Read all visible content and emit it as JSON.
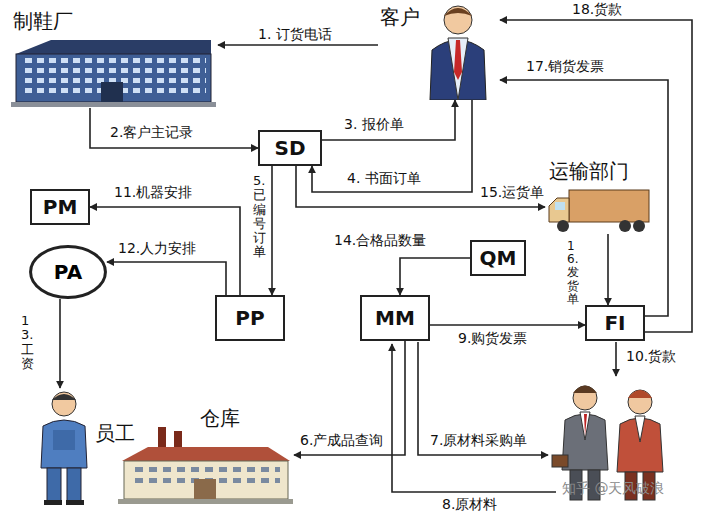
{
  "diagram": {
    "nodes": [
      {
        "text": [
          "制鞋厂"
        ]
      },
      {
        "text": [
          "客户"
        ]
      },
      {
        "text": [
          "SD"
        ]
      },
      {
        "text": [
          "运输部门"
        ]
      },
      {
        "text": [
          "PM"
        ]
      },
      {
        "text": [
          "PA"
        ]
      },
      {
        "text": [
          "PP"
        ]
      },
      {
        "text": [
          "MM"
        ]
      },
      {
        "text": [
          "QM"
        ]
      },
      {
        "text": [
          "FI"
        ]
      },
      {
        "text": [
          "员工"
        ]
      },
      {
        "text": [
          "仓库"
        ]
      }
    ],
    "edges": [
      {
        "from": 1,
        "to": 0,
        "arrow": "to",
        "label": "1. 订货电话"
      },
      {
        "from": 0,
        "to": 2,
        "arrow": "to",
        "label": "2.客户主记录"
      },
      {
        "from": 2,
        "to": 1,
        "arrow": "to",
        "label": "3. 报价单"
      },
      {
        "from": 1,
        "to": 2,
        "arrow": "to",
        "label": "4. 书面订单"
      },
      {
        "from": 2,
        "to": 6,
        "arrow": "to",
        "label": "5.已编号订单"
      },
      {
        "from": 7,
        "to": 11,
        "arrow": "to",
        "label": "6.产成品查询"
      },
      {
        "from": 7,
        "to": 9,
        "arrow": "to",
        "label": "9.购货发票"
      },
      {
        "from": 6,
        "to": 4,
        "arrow": "to",
        "label": "11.机器安排"
      },
      {
        "from": 6,
        "to": 5,
        "arrow": "to",
        "label": "12.人力安排"
      },
      {
        "from": 5,
        "to": 10,
        "arrow": "to",
        "label": "13.工资"
      },
      {
        "from": 8,
        "to": 7,
        "arrow": "to",
        "label": "14.合格品数量"
      },
      {
        "from": 2,
        "to": 3,
        "arrow": "to",
        "label": "15.运货单"
      },
      {
        "from": 3,
        "to": 9,
        "arrow": "to",
        "label": "16.发货单"
      },
      {
        "from": 9,
        "to": 1,
        "arrow": "to",
        "label": "17.销货发票"
      },
      {
        "from": 9,
        "to": 1,
        "arrow": "to",
        "label": "18.货款"
      }
    ],
    "labels": [
      "7.原材料采购单",
      "8.原材料",
      "10.货款",
      "知乎 @天风破浪"
    ]
  }
}
